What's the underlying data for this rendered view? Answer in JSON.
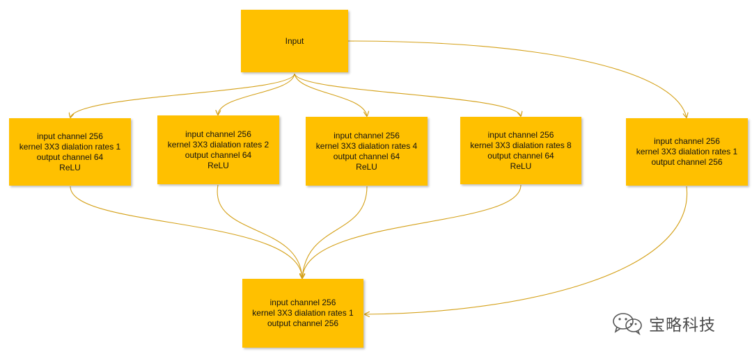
{
  "diagram": {
    "input": {
      "lines": [
        "Input"
      ]
    },
    "branches": [
      {
        "lines": [
          "input channel 256",
          "kernel 3X3 dialation rates 1",
          "output channel 64",
          "ReLU"
        ]
      },
      {
        "lines": [
          "input channel 256",
          "kernel 3X3 dialation rates 2",
          "output channel 64",
          "ReLU"
        ]
      },
      {
        "lines": [
          "input channel 256",
          "kernel 3X3 dialation rates 4",
          "output channel 64",
          "ReLU"
        ]
      },
      {
        "lines": [
          "input channel 256",
          "kernel 3X3 dialation rates 8",
          "output channel 64",
          "ReLU"
        ]
      },
      {
        "lines": [
          "input channel 256",
          "kernel 3X3 dialation rates 1",
          "output channel 256"
        ]
      }
    ],
    "output": {
      "lines": [
        "input channel 256",
        "kernel 3X3 dialation rates 1",
        "output channel 256"
      ]
    }
  },
  "watermark": {
    "text": "宝略科技",
    "icon": "wechat-icon"
  },
  "colors": {
    "box": "#FFC000",
    "arrow": "#D4A017"
  }
}
